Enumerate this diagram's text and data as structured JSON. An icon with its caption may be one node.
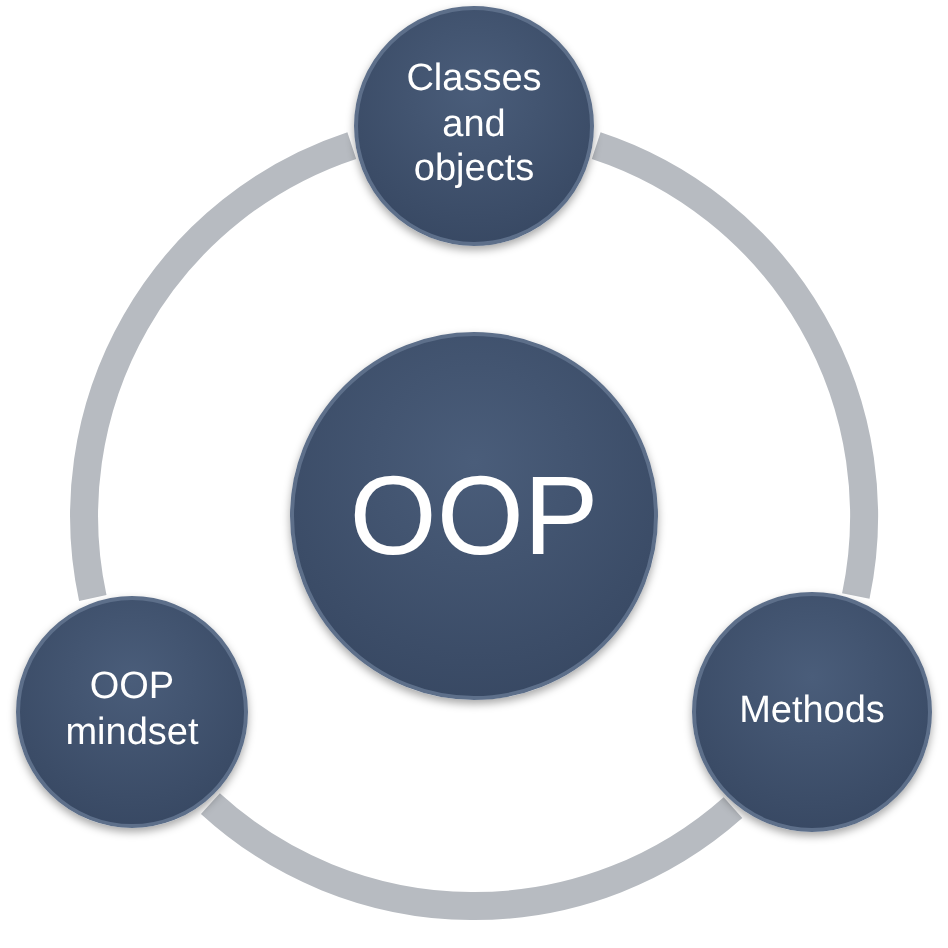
{
  "diagram": {
    "nodes": [
      {
        "text": [
          "Classes and objects"
        ]
      },
      {
        "text": [
          "OOP"
        ]
      },
      {
        "text": [
          "OOP mindset"
        ]
      },
      {
        "text": [
          "Methods"
        ]
      }
    ],
    "edges": [
      {
        "from": 0,
        "to": 3,
        "arrow": "none"
      },
      {
        "from": 3,
        "to": 2,
        "arrow": "none"
      },
      {
        "from": 2,
        "to": 0,
        "arrow": "none"
      }
    ]
  }
}
